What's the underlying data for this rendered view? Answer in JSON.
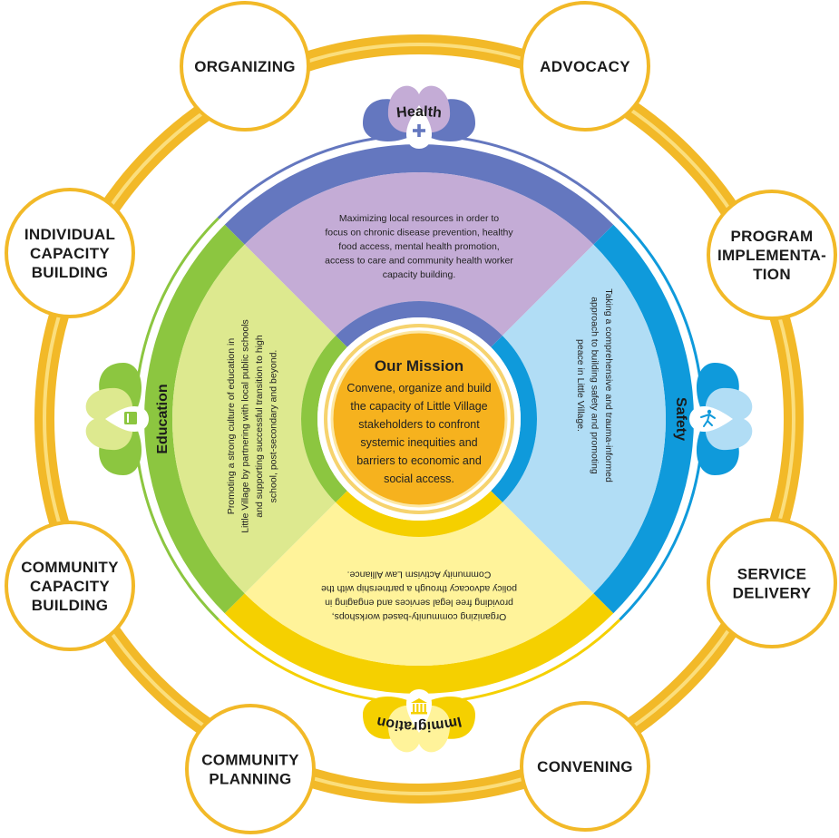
{
  "colors": {
    "ring_gold": "#F2B928",
    "ring_inner_gold": "#FBDE7C",
    "health_dark": "#6477BF",
    "health_light": "#C4ACD6",
    "safety_dark": "#0F9ADB",
    "safety_light": "#B1DDF5",
    "immigration_dark": "#F5D000",
    "immigration_light": "#FFF39A",
    "education_dark": "#8CC640",
    "education_light": "#DDE98F",
    "mission_fill": "#F6B21E",
    "circle_border": "#F2B928"
  },
  "strategies": [
    {
      "id": "organizing",
      "lines": [
        "ORGANIZING"
      ]
    },
    {
      "id": "advocacy",
      "lines": [
        "ADVOCACY"
      ]
    },
    {
      "id": "program-implementation",
      "lines": [
        "PROGRAM",
        "IMPLEMENTA-",
        "TION"
      ]
    },
    {
      "id": "service-delivery",
      "lines": [
        "SERVICE",
        "DELIVERY"
      ]
    },
    {
      "id": "convening",
      "lines": [
        "CONVENING"
      ]
    },
    {
      "id": "community-planning",
      "lines": [
        "COMMUNITY",
        "PLANNING"
      ]
    },
    {
      "id": "community-capacity-building",
      "lines": [
        "COMMUNITY",
        "CAPACITY",
        "BUILDING"
      ]
    },
    {
      "id": "individual-capacity-building",
      "lines": [
        "INDIVIDUAL",
        "CAPACITY",
        "BUILDING"
      ]
    }
  ],
  "sectors": {
    "health": {
      "title": "Health",
      "icon": "medical-cross-icon",
      "lines": [
        "Maximizing local resources in order to",
        "focus on chronic disease prevention, healthy",
        "food access, mental health promotion,",
        "access to care and community health worker",
        "capacity building."
      ]
    },
    "safety": {
      "title": "Safety",
      "icon": "person-running-icon",
      "lines": [
        "Taking a comprehensive and trauma-informed",
        "approach to building safety and promoting",
        "peace in Little Village."
      ]
    },
    "immigration": {
      "title": "Immigration",
      "icon": "courthouse-icon",
      "lines": [
        "Organizing community-based workshops,",
        "providing free legal services and engaging in",
        "policy advocacy through a partnership with the",
        "Community Activism Law Alliance."
      ]
    },
    "education": {
      "title": "Education",
      "icon": "book-icon",
      "lines": [
        "Promoting a strong culture of education in",
        "Little Village by partnering with local public schools",
        "and supporting successful transition to high",
        "school, post-secondary and beyond."
      ]
    }
  },
  "mission": {
    "title": "Our Mission",
    "lines": [
      "Convene, organize and build",
      "the capacity of Little Village",
      "stakeholders to confront",
      "systemic inequities and",
      "barriers to economic and",
      "social access."
    ]
  }
}
